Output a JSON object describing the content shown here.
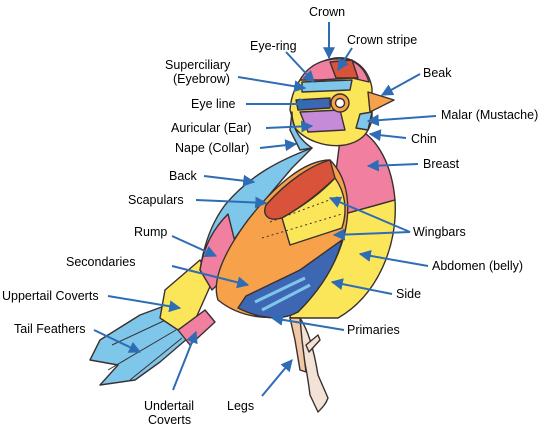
{
  "diagram": {
    "labels": {
      "crown": "Crown",
      "eye_ring": "Eye-ring",
      "crown_stripe": "Crown stripe",
      "superciliary_1": "Superciliary",
      "superciliary_2": "(Eyebrow)",
      "beak": "Beak",
      "eye_line": "Eye line",
      "malar": "Malar (Mustache)",
      "auricular": "Auricular (Ear)",
      "chin": "Chin",
      "nape": "Nape (Collar)",
      "breast": "Breast",
      "back": "Back",
      "scapulars": "Scapulars",
      "wingbars": "Wingbars",
      "rump": "Rump",
      "abdomen": "Abdomen (belly)",
      "secondaries": "Secondaries",
      "side": "Side",
      "uppertail_coverts": "Uppertail Coverts",
      "primaries": "Primaries",
      "tail_feathers": "Tail Feathers",
      "legs": "Legs",
      "undertail_1": "Undertail",
      "undertail_2": "Coverts"
    },
    "colors": {
      "arrow": "#2e6db4",
      "outline": "#3a3030",
      "pink": "#f07fa0",
      "blue": "#7ec6ea",
      "yellow": "#fbe65a",
      "orange": "#f7a24a",
      "red_orange": "#d9533a",
      "purple": "#c58ad8",
      "navy": "#3e67b3",
      "leg": "#f2c7a6"
    }
  }
}
